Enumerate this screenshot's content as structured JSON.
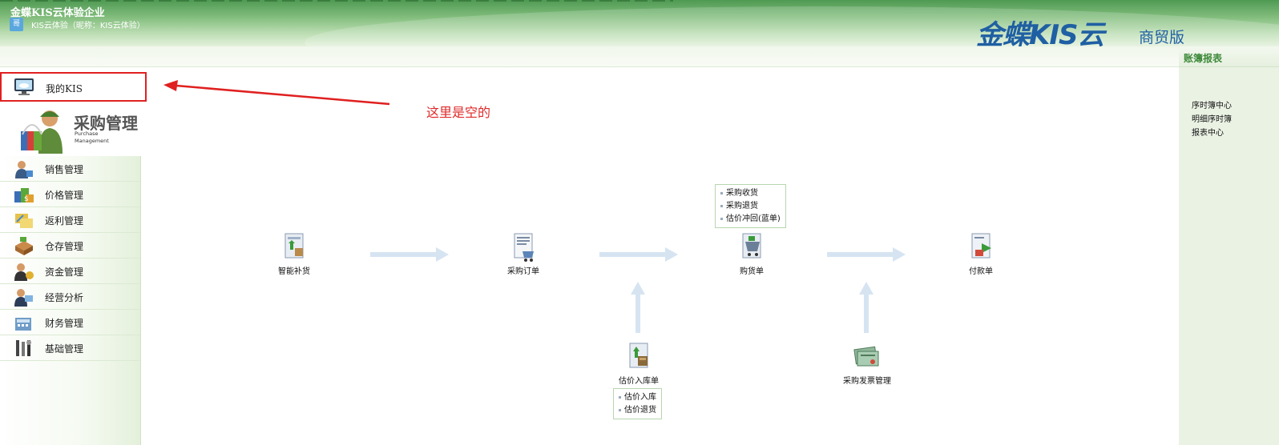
{
  "header": {
    "company_name": "金蝶KIS云体验企业",
    "account_badge": "哥",
    "account_label": "KIS云体验（昵称：KIS云体验）",
    "brand_logo": "金蝶KIS云",
    "edition": "商贸版"
  },
  "sidebar": {
    "my_kis": "我的KIS",
    "module_title": "采购管理",
    "module_subtitle": "Purchase\nManagement",
    "items": [
      {
        "label": "销售管理",
        "icon": "sales-icon"
      },
      {
        "label": "价格管理",
        "icon": "price-icon"
      },
      {
        "label": "返利管理",
        "icon": "rebate-icon"
      },
      {
        "label": "仓存管理",
        "icon": "warehouse-icon"
      },
      {
        "label": "资金管理",
        "icon": "funds-icon"
      },
      {
        "label": "经营分析",
        "icon": "analysis-icon"
      },
      {
        "label": "财务管理",
        "icon": "finance-icon"
      },
      {
        "label": "基础管理",
        "icon": "basic-icon"
      }
    ]
  },
  "annotation": {
    "text": "这里是空的",
    "color": "#e02a2a"
  },
  "flow": {
    "nodes": {
      "smart_replenish": "智能补货",
      "purchase_order": "采购订单",
      "purchase_receipt": "购货单",
      "payment": "付款单",
      "estimate_stockin": "估价入库单",
      "invoice_mgmt": "采购发票管理"
    },
    "receipt_menu": [
      "采购收货",
      "采购退货",
      "估价冲回(蓝单)"
    ],
    "estimate_menu": [
      "估价入库",
      "估价退货"
    ]
  },
  "right_panel": {
    "title": "账簿报表",
    "links": [
      "序时簿中心",
      "明细序时簿",
      "报表中心"
    ]
  },
  "colors": {
    "header_green": "#4f9a53",
    "brand_blue": "#1f5fa3",
    "arrow_blue": "#d6e4f2",
    "highlight_red": "#e02020"
  }
}
